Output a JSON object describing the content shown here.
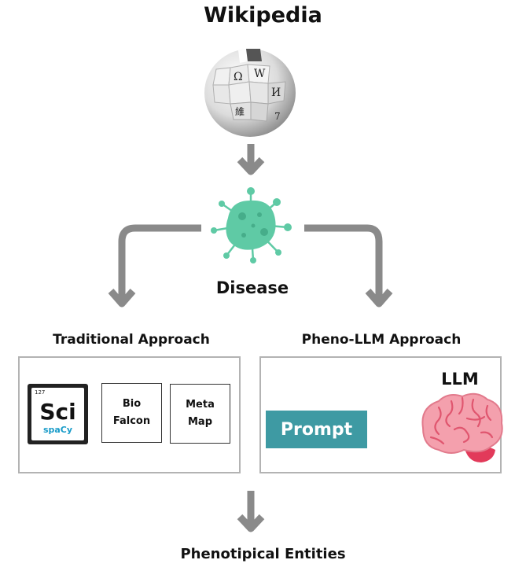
{
  "header": {
    "title": "Wikipedia"
  },
  "globe": {
    "glyphs": [
      "W",
      "Ω",
      "И",
      "維",
      "7"
    ]
  },
  "disease": {
    "label": "Disease"
  },
  "traditional": {
    "title": "Traditional Approach",
    "scispacy": {
      "number": "127",
      "symbol": "Sci",
      "subtitle": "spaCy"
    },
    "tools": [
      {
        "label": "Bio\nFalcon"
      },
      {
        "label": "Meta\nMap"
      }
    ]
  },
  "pheno_llm": {
    "title": "Pheno-LLM Approach",
    "prompt_label": "Prompt",
    "llm_label": "LLM"
  },
  "output": {
    "label": "Phenotipical Entities"
  },
  "colors": {
    "arrow": "#8a8a8a",
    "virus": "#5fcaa5",
    "prompt": "#3e9aa3",
    "brain": "#f4a0ad",
    "panel_border": "#b3b3b3"
  },
  "icons": [
    "wikipedia-globe-icon",
    "virus-icon",
    "brain-icon",
    "scispacy-logo"
  ]
}
